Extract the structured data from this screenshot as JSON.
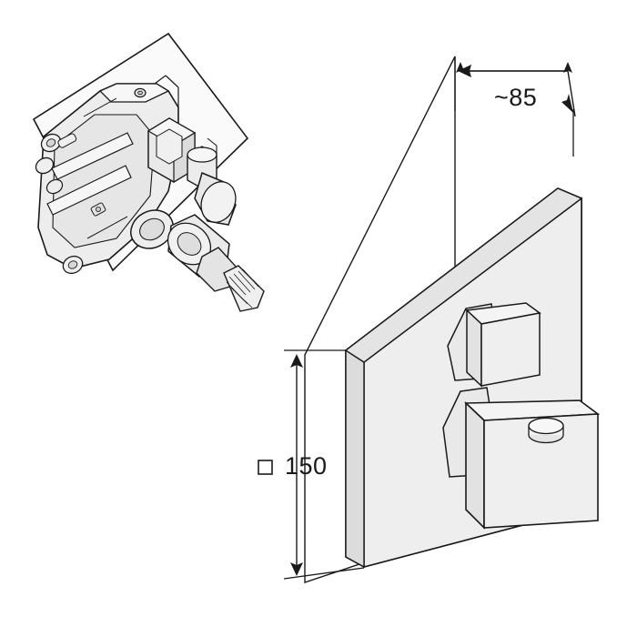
{
  "diagram": {
    "title": "Concealed thermostatic mixer technical drawing",
    "dimensions": {
      "depth": {
        "label": "~85",
        "name": "depth-dimension",
        "unit_implied": "mm",
        "approximate": true
      },
      "height": {
        "label": "150",
        "symbol": "□",
        "name": "face-plate-dimension",
        "unit_implied": "mm",
        "square": true
      }
    },
    "parts": {
      "rough_in_body": "concealed valve body with mounting plate",
      "trim_plate": "square escutcheon plate",
      "control_upper": "square temperature handle",
      "control_lower": "square volume control handle with round button"
    },
    "colors": {
      "line": "#1a1a1a",
      "fill_light": "#f2f2f2",
      "fill_mid": "#e0e0e0",
      "fill_dark": "#c9c9c9",
      "background": "#ffffff"
    }
  }
}
